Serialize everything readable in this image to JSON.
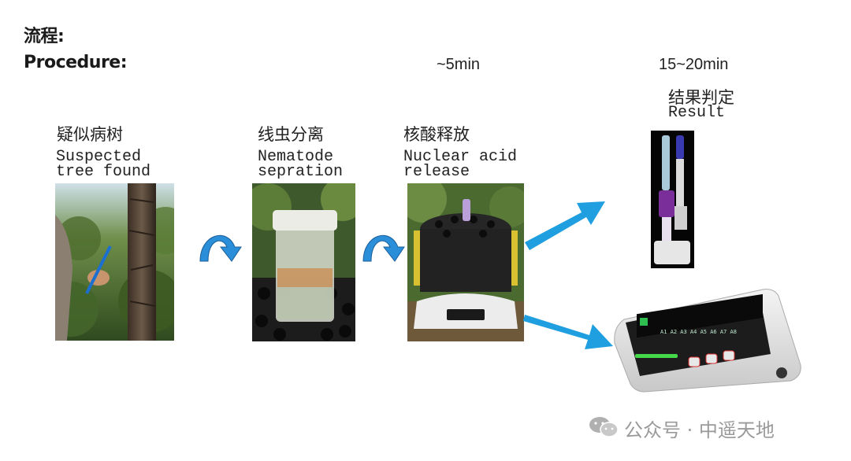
{
  "header": {
    "title_zh": "流程:",
    "title_en": "Procedure:"
  },
  "timings": {
    "release_time": "~5min",
    "result_time": "15~20min"
  },
  "steps": [
    {
      "zh": "疑似病树",
      "en": "Suspected\ntree found",
      "image": "tree-photo"
    },
    {
      "zh": "线虫分离",
      "en": "Nematode\nsepration",
      "image": "nematode-jar-photo"
    },
    {
      "zh": "核酸释放",
      "en": "Nuclear acid\nrelease",
      "image": "heater-device-photo"
    },
    {
      "zh": "结果判定",
      "en": "Result",
      "image": "test-strip-photo"
    }
  ],
  "device": {
    "name": "reader-device"
  },
  "watermark": {
    "text": "公众号 · 中遥天地"
  },
  "colors": {
    "arrow_blue": "#1f9fe0",
    "curve_blue": "#2b8ed8"
  }
}
